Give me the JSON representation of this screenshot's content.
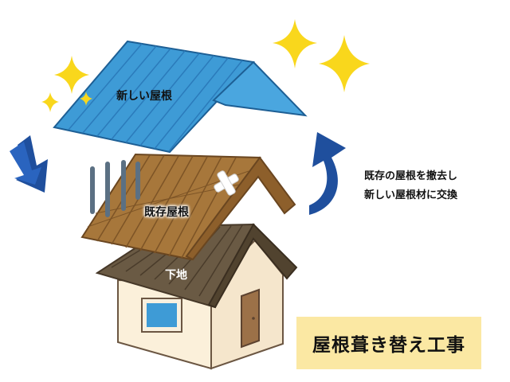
{
  "labels": {
    "new_roof": "新しい屋根",
    "old_roof": "既存屋根",
    "base": "下地"
  },
  "description": {
    "line1": "既存の屋根を撤去し",
    "line2": "新しい屋根材に交換"
  },
  "title": "屋根葺き替え工事",
  "colors": {
    "new_roof": "#3e9bd6",
    "old_roof": "#a7773b",
    "house_roof": "#6a5a44",
    "house_wall": "#fbf0da",
    "arrow": "#1f4f9d",
    "sparkle": "#f9d71c",
    "title_bg": "#fbe8a3"
  },
  "icons": [
    "sparkle-icon",
    "down-arrow-icon",
    "curved-up-arrow-icon",
    "removal-lines-icon",
    "bandage-patch-icon"
  ]
}
